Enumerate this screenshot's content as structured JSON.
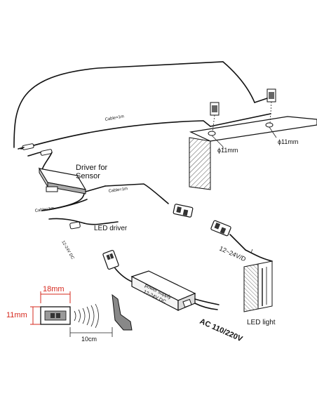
{
  "labels": {
    "cable_top": "Cable=1m",
    "cable_mid": "Cable=1m",
    "cable_left": "Cable=1m",
    "driver_line1": "Driver for",
    "driver_line2": "Sensor",
    "led_driver": "LED driver",
    "dc_small": "12-24V DC",
    "hole_left": "ϕ11mm",
    "hole_right": "ϕ11mm",
    "volt_right": "12~24V/D",
    "ps_line1": "power supply",
    "ps_line2": "12-24V DC",
    "ac": "AC 110/220V",
    "led_light": "LED light",
    "dim_width": "18mm",
    "dim_height": "11mm",
    "dim_distance": "10cm"
  },
  "colors": {
    "dimension": "#d6281e",
    "line": "#111111"
  }
}
